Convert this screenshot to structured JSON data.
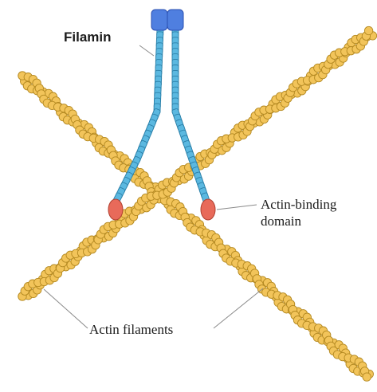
{
  "labels": {
    "filamin": "Filamin",
    "actin_binding_domain": "Actin-binding\ndomain",
    "actin_filaments": "Actin filaments"
  },
  "colors": {
    "actin_fill": "#f2c45a",
    "actin_stroke": "#b58a22",
    "filamin_fill": "#5bb8e0",
    "filamin_stroke": "#2a7fa8",
    "head_fill": "#4f7fe0",
    "head_stroke": "#2a4fb0",
    "binding_fill": "#e86a5a",
    "binding_stroke": "#b04030",
    "leader_line": "#8a8a8a"
  }
}
